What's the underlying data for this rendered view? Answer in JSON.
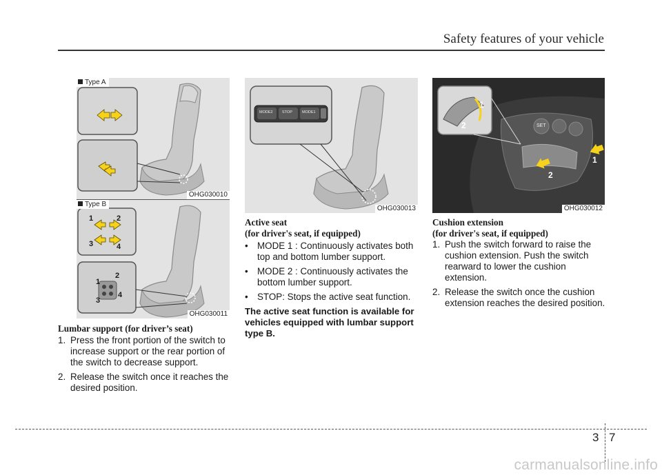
{
  "header": {
    "title": "Safety features of your vehicle"
  },
  "figures": {
    "type_a": {
      "label": "Type A",
      "code": "OHG030010"
    },
    "type_b": {
      "label": "Type B",
      "code": "OHG030011",
      "numbers": [
        "1",
        "2",
        "3",
        "4"
      ]
    },
    "active_seat": {
      "code": "OHG030013",
      "buttons": [
        "MODE2",
        "STOP",
        "MODE1"
      ]
    },
    "cushion": {
      "code": "OHG030012",
      "numbers": [
        "1",
        "2"
      ],
      "set_label": "SET"
    }
  },
  "lumbar": {
    "heading": "Lumbar support (for driver’s seat)",
    "items": [
      {
        "mark": "1.",
        "text": "Press the front portion of the switch to increase support or the rear portion of the switch to decrease support."
      },
      {
        "mark": "2.",
        "text": "Release the switch once it reaches the desired position."
      }
    ]
  },
  "active_seat": {
    "heading_line1": "Active seat",
    "heading_line2": "(for driver's seat, if equipped)",
    "items": [
      {
        "mark": "•",
        "text": "MODE 1 : Continuously activates both top and bottom lumber support."
      },
      {
        "mark": "•",
        "text": "MODE 2  : Continuously activates the bottom lumber support."
      },
      {
        "mark": "•",
        "text": "STOP: Stops the active seat function."
      }
    ],
    "note": "The active seat function is available for vehicles equipped with lumbar support type B."
  },
  "cushion": {
    "heading_line1": "Cushion extension",
    "heading_line2": "(for driver's seat, if equipped)",
    "items": [
      {
        "mark": "1.",
        "text": "Push the switch forward to raise the cushion extension. Push the switch rearward to lower the cushion extension."
      },
      {
        "mark": "2.",
        "text": "Release the switch once the cushion extension reaches the desired position."
      }
    ]
  },
  "footer": {
    "chapter": "3",
    "page": "7",
    "watermark": "carmanualsonline.info"
  },
  "colors": {
    "arrow": "#f6d21a",
    "figure_bg": "#e3e3e3",
    "dark_fig_bg": "#2a2a2a",
    "rule": "#333333"
  }
}
